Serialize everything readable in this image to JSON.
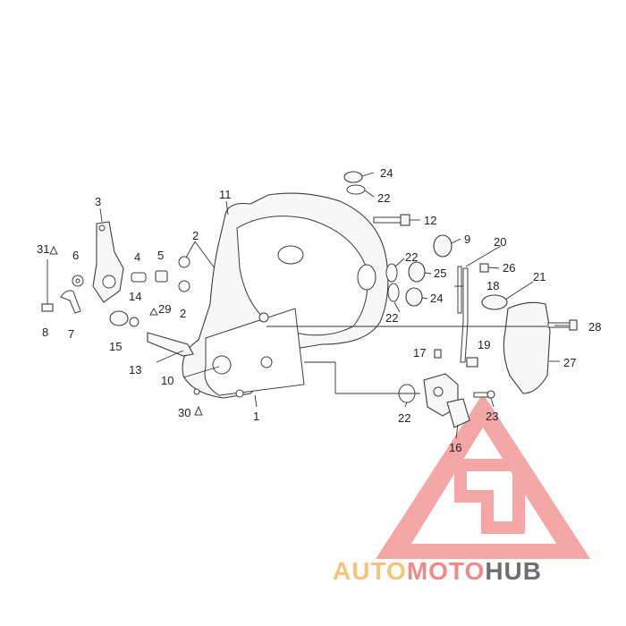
{
  "diagram": {
    "callouts": [
      "24",
      "22",
      "12",
      "11",
      "3",
      "2",
      "9",
      "20",
      "31",
      "6",
      "4",
      "5",
      "22",
      "25",
      "26",
      "21",
      "14",
      "29",
      "2",
      "22",
      "24",
      "18",
      "8",
      "7",
      "15",
      "28",
      "13",
      "10",
      "17",
      "19",
      "27",
      "30",
      "1",
      "22",
      "23",
      "16"
    ]
  },
  "watermark": {
    "part1": "AUTO",
    "part2": "MOTO",
    "part3": "HUB",
    "colors": {
      "auto": "#f3c57a",
      "moto": "#ef8a8a",
      "hub": "#6f6f6f",
      "triangle": "#ef8a8a"
    }
  }
}
